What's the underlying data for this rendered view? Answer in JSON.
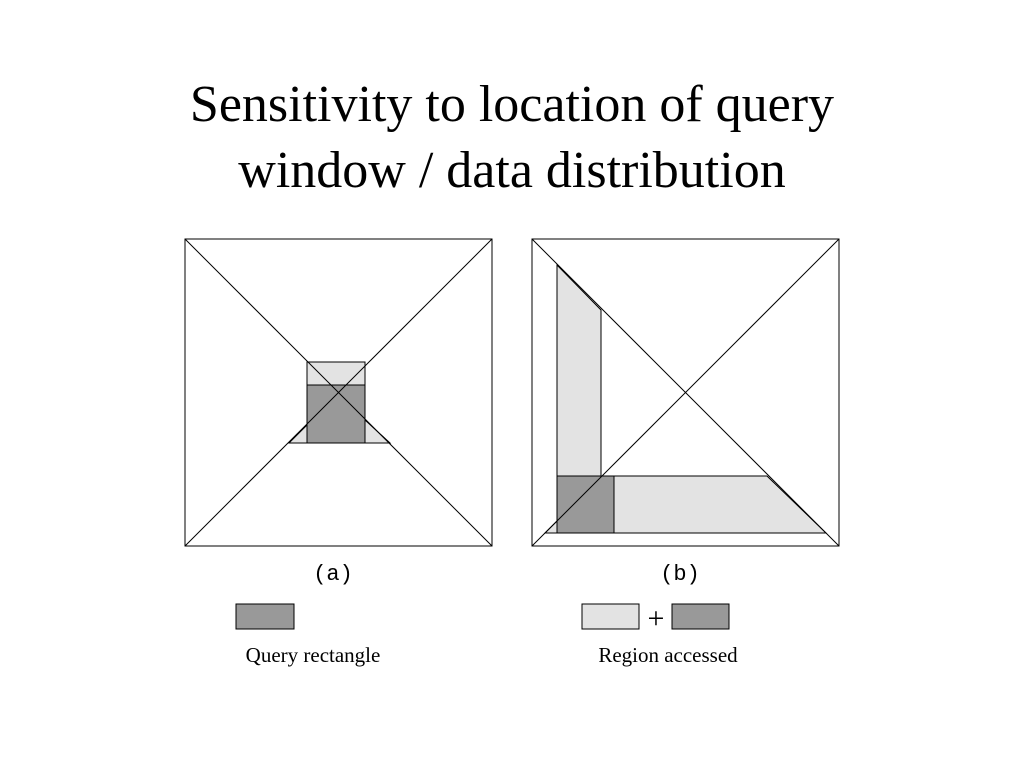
{
  "title": {
    "line1": "Sensitivity to location of query",
    "line2": "window / data distribution"
  },
  "panels": [
    {
      "label": "(a)"
    },
    {
      "label": "(b)"
    }
  ],
  "legend": {
    "query_label": "Query rectangle",
    "region_label": "Region accessed",
    "plus_sign": "+"
  },
  "colors": {
    "query_fill": "#999999",
    "accessed_fill": "#e3e3e3",
    "line": "#000000",
    "background": "#ffffff"
  }
}
